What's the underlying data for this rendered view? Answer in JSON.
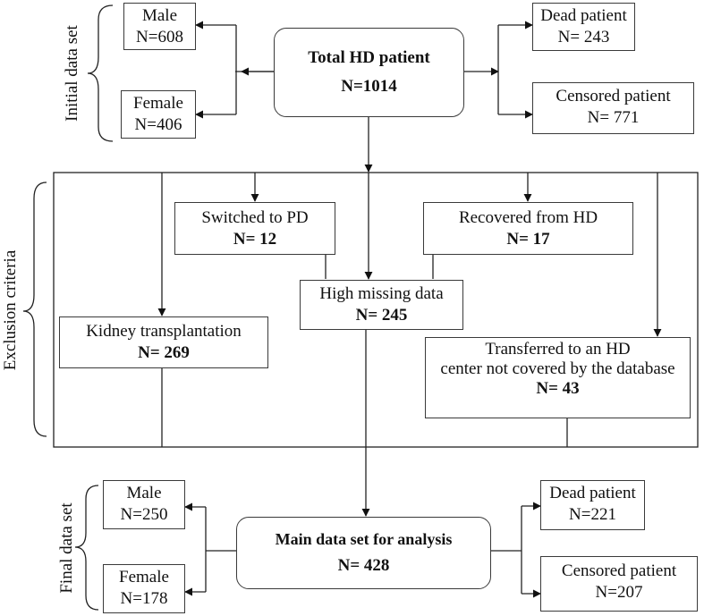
{
  "initial": {
    "section_label": "Initial data set",
    "total": {
      "title": "Total HD patient",
      "n": "N=1014"
    },
    "male": {
      "label": "Male",
      "n": "N=608"
    },
    "female": {
      "label": "Female",
      "n": "N=406"
    },
    "dead": {
      "label": "Dead patient",
      "n": "N= 243"
    },
    "censored": {
      "label": "Censored patient",
      "n": "N= 771"
    }
  },
  "exclusion": {
    "section_label": "Exclusion criteria",
    "switched": {
      "label": "Switched to PD",
      "n_prefix": "N=",
      "n_value": " 12"
    },
    "recovered": {
      "label": "Recovered from HD",
      "n_prefix": "N=",
      "n_value": " 17"
    },
    "missing": {
      "label": "High missing data",
      "n_prefix": "N=",
      "n_value": " 245"
    },
    "kidney": {
      "label": "Kidney transplantation",
      "n_prefix": "N=",
      "n_value": " 269"
    },
    "transferred": {
      "line1": "Transferred to an HD",
      "line2": "center",
      "line3": "not covered by the database",
      "n_prefix": "N=",
      "n_value": " 43"
    }
  },
  "final": {
    "section_label": "Final data set",
    "main": {
      "title": "Main data set for analysis",
      "n": "N= 428"
    },
    "male": {
      "label": "Male",
      "n": "N=250"
    },
    "female": {
      "label": "Female",
      "n": "N=178"
    },
    "dead": {
      "label": "Dead patient",
      "n": "N=221"
    },
    "censored": {
      "label": "Censored patient",
      "n": "N=207"
    }
  }
}
